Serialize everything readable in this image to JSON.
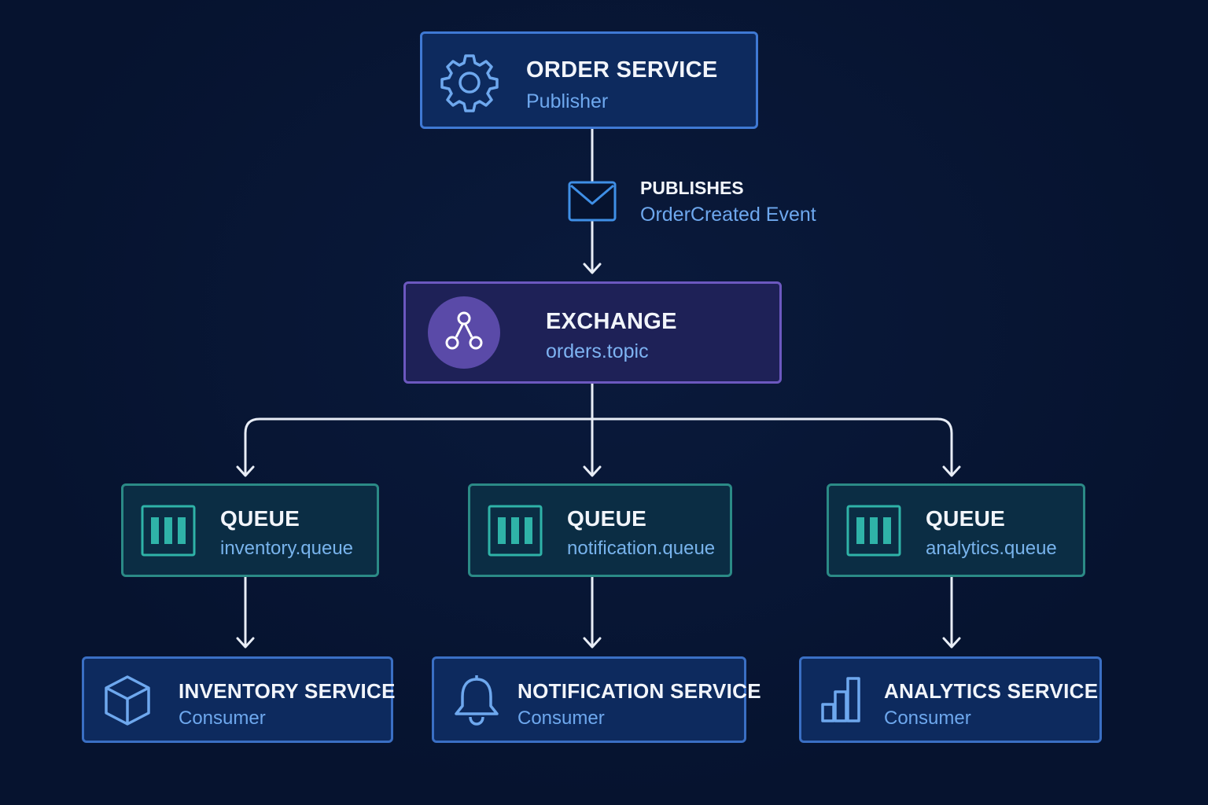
{
  "colors": {
    "background": "#06132f",
    "connector": "#e8edf6",
    "publisher_border": "#3f79d4",
    "exchange_border": "#6c58bf",
    "queue_border": "#2b8a86",
    "queue_bar": "#2fb3a8",
    "accent_text": "#6ea8ee"
  },
  "publisher": {
    "title": "ORDER SERVICE",
    "subtitle": "Publisher",
    "icon": "gear-icon"
  },
  "edge_label": {
    "title": "PUBLISHES",
    "subtitle": "OrderCreated Event",
    "icon": "envelope-icon"
  },
  "exchange": {
    "title": "EXCHANGE",
    "subtitle": "orders.topic",
    "icon": "topic-fanout-icon"
  },
  "queues": [
    {
      "title": "QUEUE",
      "subtitle": "inventory.queue",
      "icon": "queue-bars-icon"
    },
    {
      "title": "QUEUE",
      "subtitle": "notification.queue",
      "icon": "queue-bars-icon"
    },
    {
      "title": "QUEUE",
      "subtitle": "analytics.queue",
      "icon": "queue-bars-icon"
    }
  ],
  "consumers": [
    {
      "title": "INVENTORY SERVICE",
      "subtitle": "Consumer",
      "icon": "cube-icon"
    },
    {
      "title": "NOTIFICATION SERVICE",
      "subtitle": "Consumer",
      "icon": "bell-icon"
    },
    {
      "title": "ANALYTICS SERVICE",
      "subtitle": "Consumer",
      "icon": "bar-chart-icon"
    }
  ]
}
